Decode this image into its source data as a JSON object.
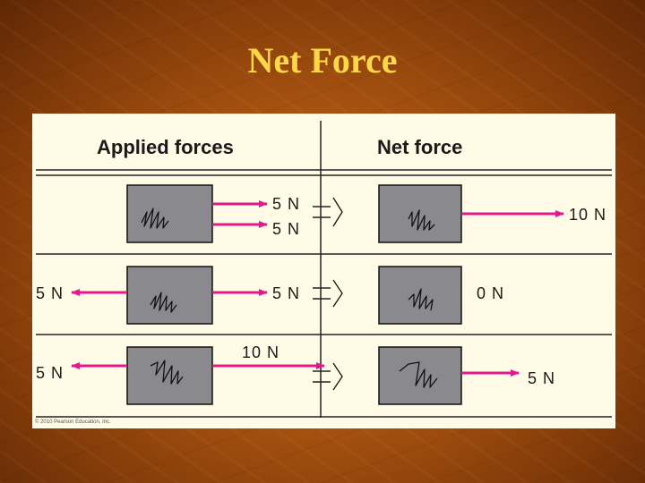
{
  "slide": {
    "title": "Net Force"
  },
  "figure": {
    "header_applied": "Applied forces",
    "header_net": "Net force",
    "copyright": "© 2010 Pearson Education, Inc.",
    "row1": {
      "applied_a": "5 N",
      "applied_b": "5 N",
      "net": "10 N"
    },
    "row2": {
      "applied_left": "5 N",
      "applied_right": "5 N",
      "net": "0 N"
    },
    "row3": {
      "applied_left": "5 N",
      "applied_right": "10 N",
      "net": "5 N"
    },
    "colors": {
      "arrow": "#e0198c",
      "box": "#8a8a8e",
      "title": "#ffd84a"
    }
  }
}
